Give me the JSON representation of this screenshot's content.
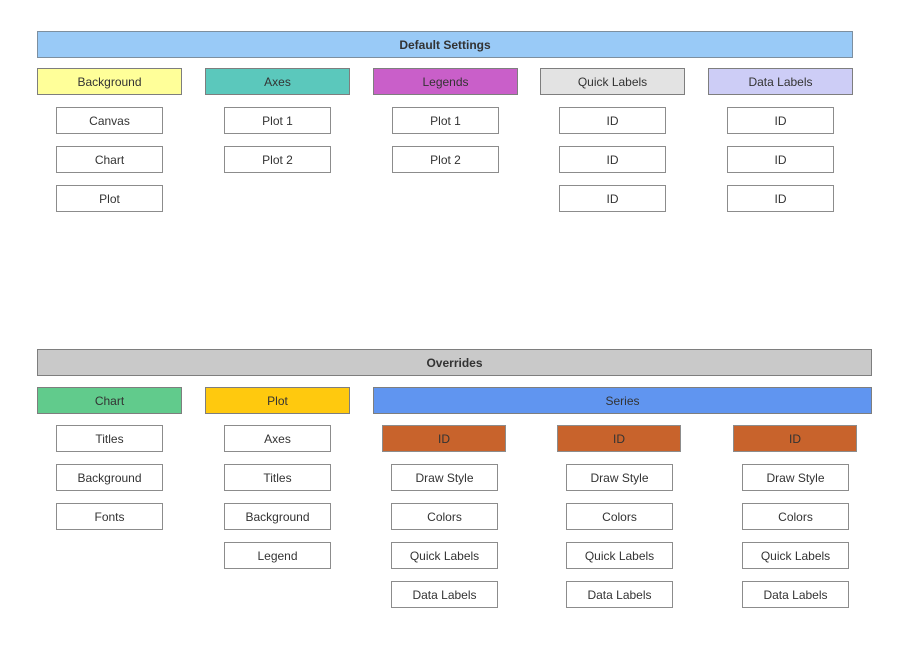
{
  "default_settings": {
    "title": "Default Settings",
    "title_bg": "#99caf7",
    "columns": [
      {
        "label": "Background",
        "color": "#ffff99",
        "items": [
          "Canvas",
          "Chart",
          "Plot"
        ]
      },
      {
        "label": "Axes",
        "color": "#5bc8bc",
        "items": [
          "Plot 1",
          "Plot 2"
        ]
      },
      {
        "label": "Legends",
        "color": "#c95fc9",
        "items": [
          "Plot 1",
          "Plot 2"
        ]
      },
      {
        "label": "Quick Labels",
        "color": "#e3e3e3",
        "items": [
          "ID",
          "ID",
          "ID"
        ]
      },
      {
        "label": "Data Labels",
        "color": "#cdcdf6",
        "items": [
          "ID",
          "ID",
          "ID"
        ]
      }
    ]
  },
  "overrides": {
    "title": "Overrides",
    "title_bg": "#c9c9c9",
    "columns": [
      {
        "label": "Chart",
        "color": "#61cb8c",
        "items": [
          "Titles",
          "Background",
          "Fonts"
        ]
      },
      {
        "label": "Plot",
        "color": "#ffc90e",
        "items": [
          "Axes",
          "Titles",
          "Background",
          "Legend"
        ]
      }
    ],
    "series": {
      "label": "Series",
      "color": "#6095f0",
      "groups": [
        {
          "label": "ID",
          "color": "#c8632c",
          "items": [
            "Draw Style",
            "Colors",
            "Quick Labels",
            "Data Labels"
          ]
        },
        {
          "label": "ID",
          "color": "#c8632c",
          "items": [
            "Draw Style",
            "Colors",
            "Quick Labels",
            "Data Labels"
          ]
        },
        {
          "label": "ID",
          "color": "#c8632c",
          "items": [
            "Draw Style",
            "Colors",
            "Quick Labels",
            "Data Labels"
          ]
        }
      ]
    }
  }
}
